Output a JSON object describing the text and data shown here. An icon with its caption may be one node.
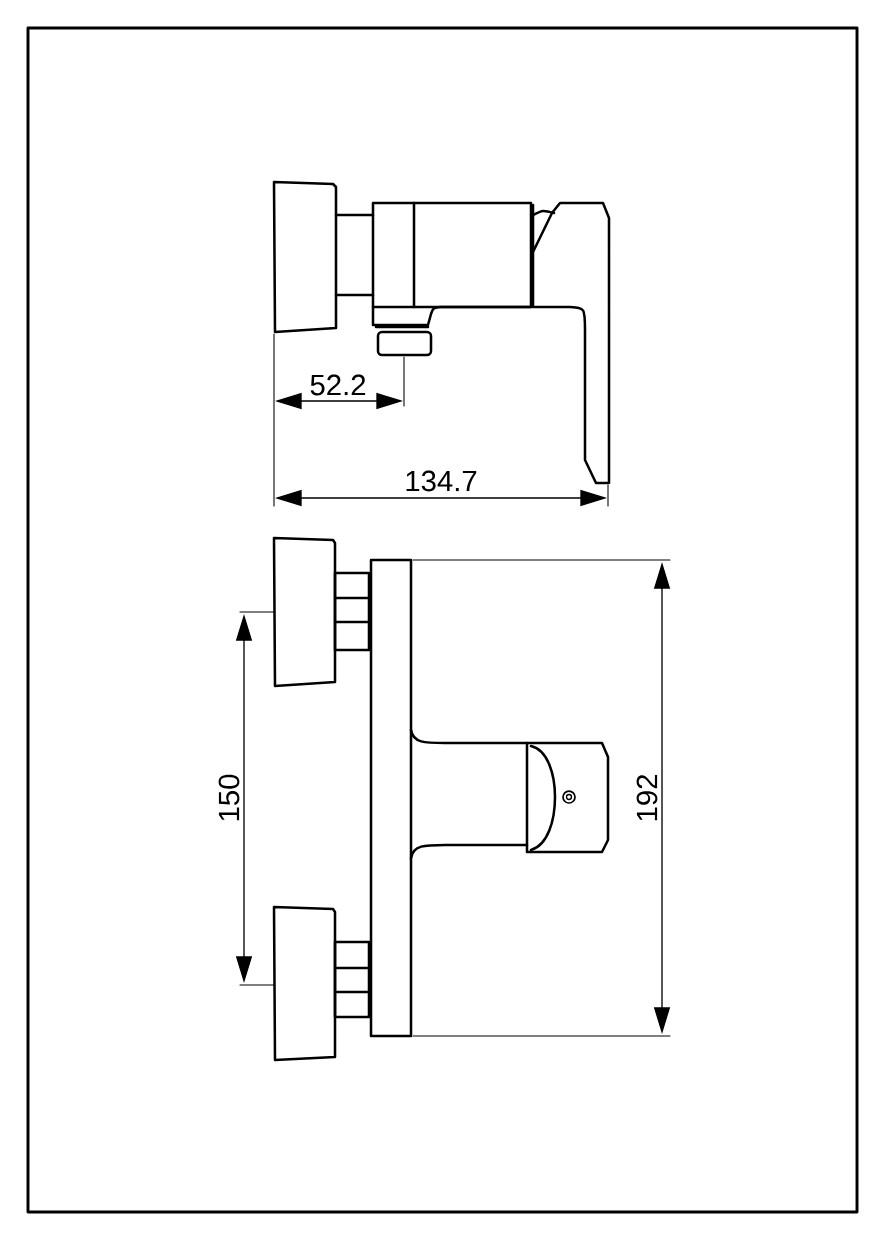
{
  "diagram": {
    "labels": [
      "52.2",
      "134.7",
      "150",
      "192"
    ]
  }
}
